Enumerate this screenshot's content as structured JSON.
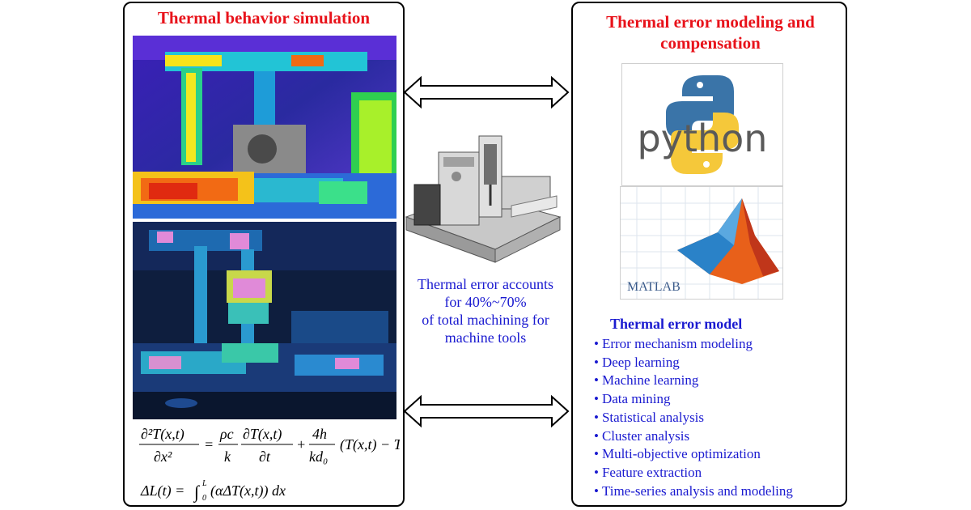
{
  "left_panel": {
    "title": "Thermal behavior simulation"
  },
  "right_panel": {
    "title": "Thermal error modeling and compensation",
    "matlab_label": "MATLAB",
    "python_label": "python",
    "model_heading": "Thermal error model",
    "model_items": [
      "Error mechanism modeling",
      "Deep learning",
      "Machine learning",
      "Data mining",
      "Statistical analysis",
      "Cluster analysis",
      "Multi-objective optimization",
      "Feature extraction",
      "Time-series analysis and modeling"
    ]
  },
  "center": {
    "caption_lines": [
      "Thermal error accounts",
      "for 40%~70%",
      "of total machining for",
      "machine tools"
    ]
  },
  "colors": {
    "title_red": "#e8121a",
    "text_blue": "#1a1ad0",
    "python_blue": "#3a74a8",
    "python_yellow": "#f5c83a"
  },
  "icons": {
    "arrows": "double-headed-arrow-icon",
    "machine": "machine-tool-icon"
  }
}
